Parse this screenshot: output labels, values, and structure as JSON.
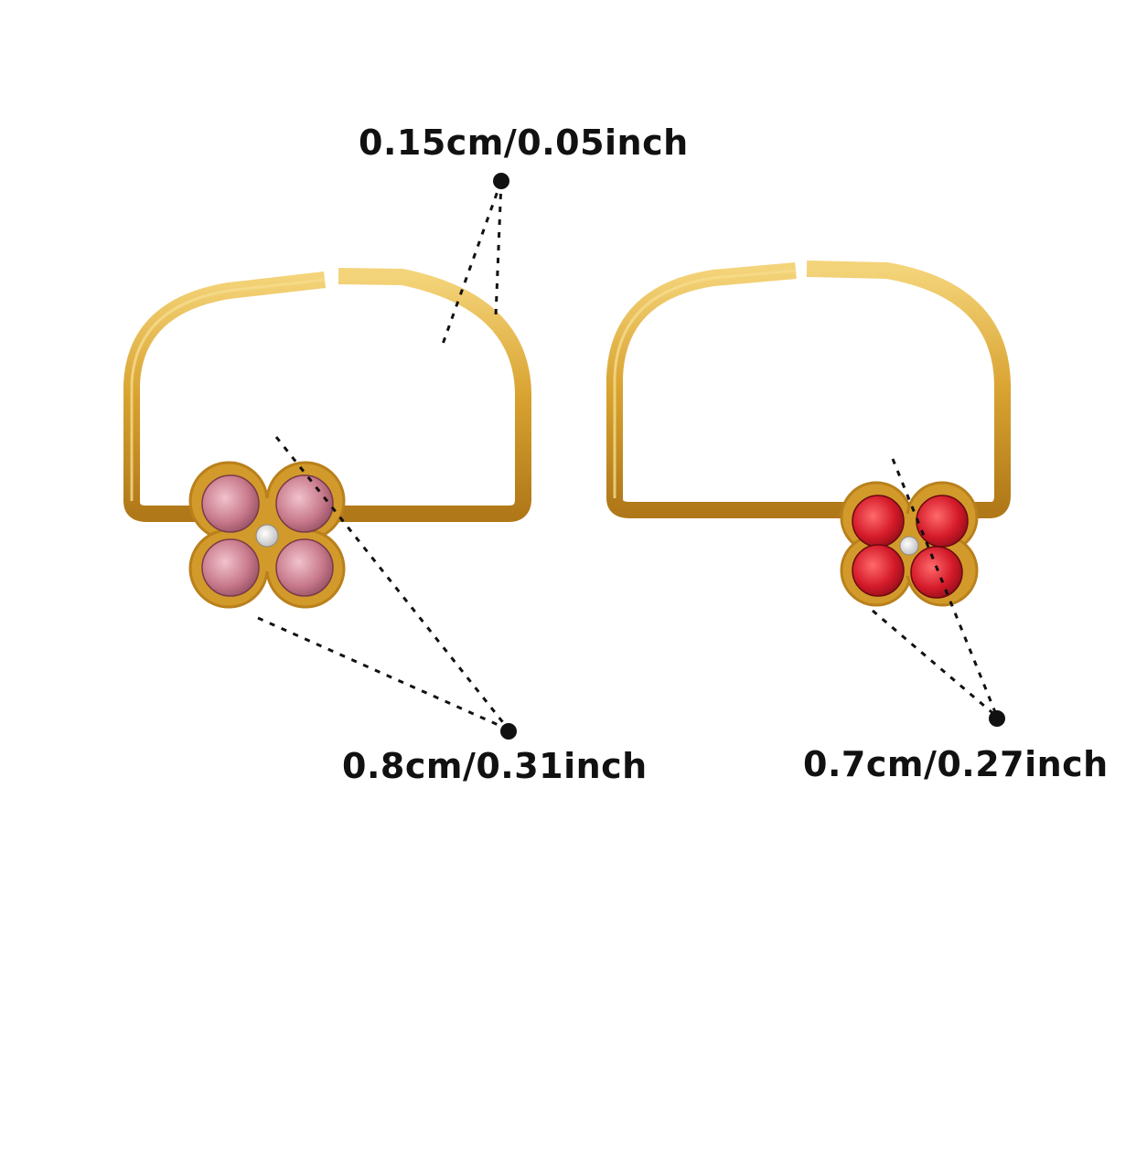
{
  "measurements": {
    "band_thickness": "0.15cm/0.05inch",
    "left_charm_width": "0.8cm/0.31inch",
    "right_charm_width": "0.7cm/0.27inch"
  },
  "colors": {
    "background": "#ffffff",
    "gold": "#d9a331",
    "gold_dark": "#b9801c",
    "gold_light": "#f2cf6e",
    "pink_crystal": "#c97a8e",
    "red_crystal": "#d41a2a",
    "clear_crystal": "#e8e8e8",
    "marker": "#111111"
  }
}
